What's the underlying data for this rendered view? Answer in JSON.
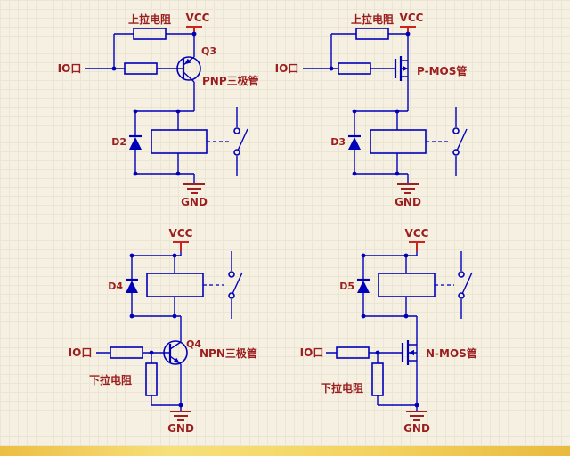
{
  "colors": {
    "wire_blue": "#0000bb",
    "label_red": "#9b1d1d",
    "power_red": "#cc2222",
    "paper_background": "#f5f0e2",
    "bottom_strip_yellow": "#f3d35f"
  },
  "circuits": {
    "pnp": {
      "pull_up_label": "上拉电阻",
      "vcc": "VCC",
      "io_port": "IO口",
      "designator": "Q3",
      "device_label": "PNP三极管",
      "diode_label": "D2",
      "gnd": "GND"
    },
    "pmos": {
      "pull_up_label": "上拉电阻",
      "vcc": "VCC",
      "io_port": "IO口",
      "device_label": "P-MOS管",
      "diode_label": "D3",
      "gnd": "GND"
    },
    "npn": {
      "vcc": "VCC",
      "io_port": "IO口",
      "designator": "Q4",
      "device_label": "NPN三极管",
      "pull_down_label": "下拉电阻",
      "diode_label": "D4",
      "gnd": "GND"
    },
    "nmos": {
      "vcc": "VCC",
      "io_port": "IO口",
      "device_label": "N-MOS管",
      "pull_down_label": "下拉电阻",
      "diode_label": "D5",
      "gnd": "GND"
    }
  }
}
